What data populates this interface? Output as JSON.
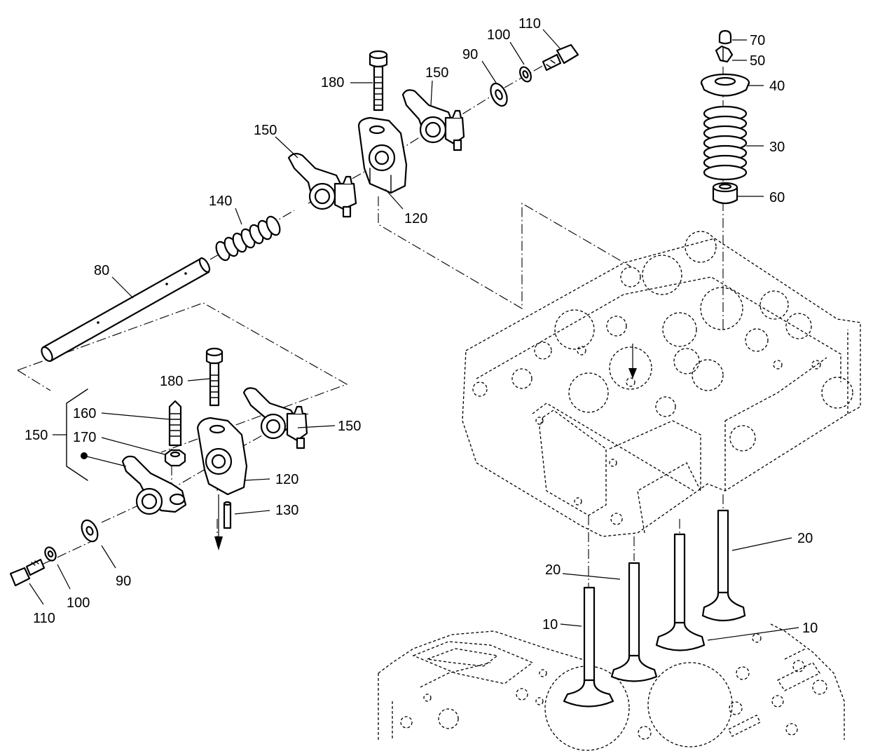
{
  "callouts": [
    {
      "id": "c110_top",
      "label": "110"
    },
    {
      "id": "c100_top",
      "label": "100"
    },
    {
      "id": "c90_top",
      "label": "90"
    },
    {
      "id": "c180_top",
      "label": "180"
    },
    {
      "id": "c150_top_right",
      "label": "150"
    },
    {
      "id": "c150_top_left",
      "label": "150"
    },
    {
      "id": "c120_top",
      "label": "120"
    },
    {
      "id": "c140",
      "label": "140"
    },
    {
      "id": "c80",
      "label": "80"
    },
    {
      "id": "c70",
      "label": "70"
    },
    {
      "id": "c50",
      "label": "50"
    },
    {
      "id": "c40",
      "label": "40"
    },
    {
      "id": "c30",
      "label": "30"
    },
    {
      "id": "c60",
      "label": "60"
    },
    {
      "id": "c180_bottom",
      "label": "180"
    },
    {
      "id": "c160",
      "label": "160"
    },
    {
      "id": "c150_group",
      "label": "150"
    },
    {
      "id": "c170",
      "label": "170"
    },
    {
      "id": "c150_bottom_right",
      "label": "150"
    },
    {
      "id": "c120_bottom",
      "label": "120"
    },
    {
      "id": "c130",
      "label": "130"
    },
    {
      "id": "c90_bottom",
      "label": "90"
    },
    {
      "id": "c100_bottom",
      "label": "100"
    },
    {
      "id": "c110_bottom",
      "label": "110"
    },
    {
      "id": "c20_right",
      "label": "20"
    },
    {
      "id": "c20_left",
      "label": "20"
    },
    {
      "id": "c10_left",
      "label": "10"
    },
    {
      "id": "c10_right",
      "label": "10"
    }
  ]
}
